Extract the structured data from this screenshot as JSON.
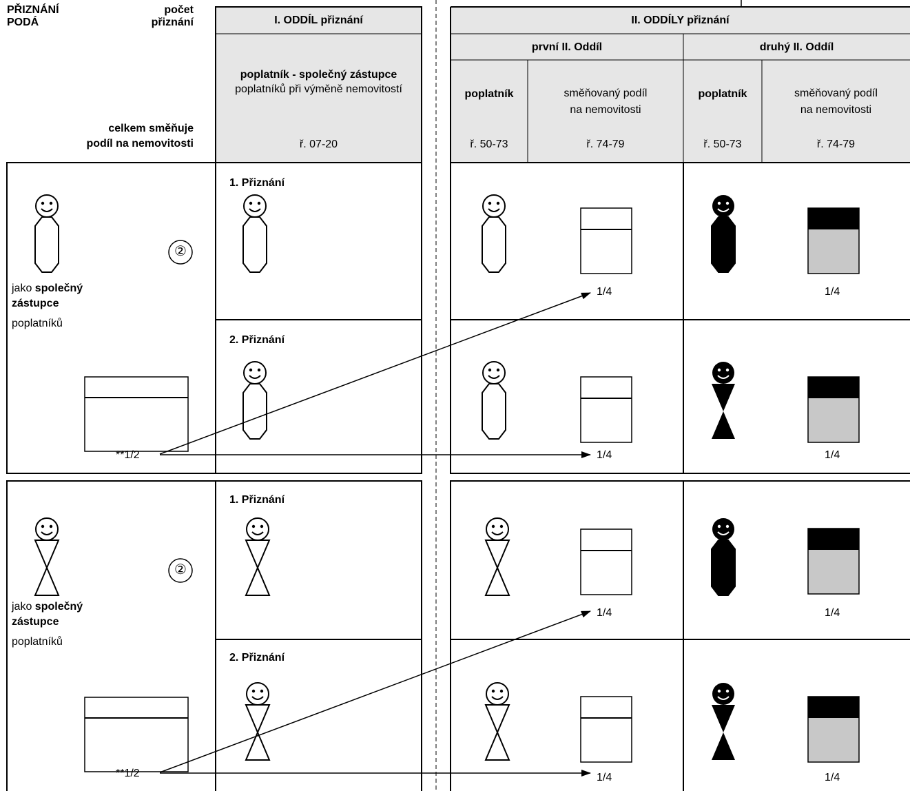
{
  "header": {
    "priznani_poda": "PŘIZNÁNÍ\nPODÁ",
    "pocet_priznani": "počet\npřiznání",
    "celkem": "celkem směňuje\npodíl na nemovitosti",
    "section1_title": "I. ODDÍL přiznání",
    "section1_desc_bold": "poplatník - společný zástupce",
    "section1_desc_rest": " poplatníků při výměně nemovitostí",
    "section1_rows": "ř. 07-20",
    "section2_title": "II. ODDÍLY přiznání",
    "first_section": "první II. Oddíl",
    "second_section": "druhý II. Oddíl",
    "col_poplatnik": "poplatník",
    "col_podil": "směňovaný podíl\nna nemovitosti",
    "rows_50_73": "ř. 50-73",
    "rows_74_79": "ř. 74-79"
  },
  "blocks": [
    {
      "count_marker": "②",
      "role_prefix": "jako ",
      "role_bold": "společný zástupce",
      "role_suffix": "poplatníků",
      "share_total": "**1/2",
      "filings": [
        {
          "label": "1. Přiznání",
          "share_first": "1/4",
          "share_second": "1/4"
        },
        {
          "label": "2. Přiznání",
          "share_first": "1/4",
          "share_second": "1/4"
        }
      ]
    },
    {
      "count_marker": "②",
      "role_prefix": "jako ",
      "role_bold": "společný zástupce",
      "role_suffix": "poplatníků",
      "share_total": "**1/2",
      "filings": [
        {
          "label": "1. Přiznání",
          "share_first": "1/4",
          "share_second": "1/4"
        },
        {
          "label": "2. Přiznání",
          "share_first": "1/4",
          "share_second": "1/4"
        }
      ]
    }
  ]
}
